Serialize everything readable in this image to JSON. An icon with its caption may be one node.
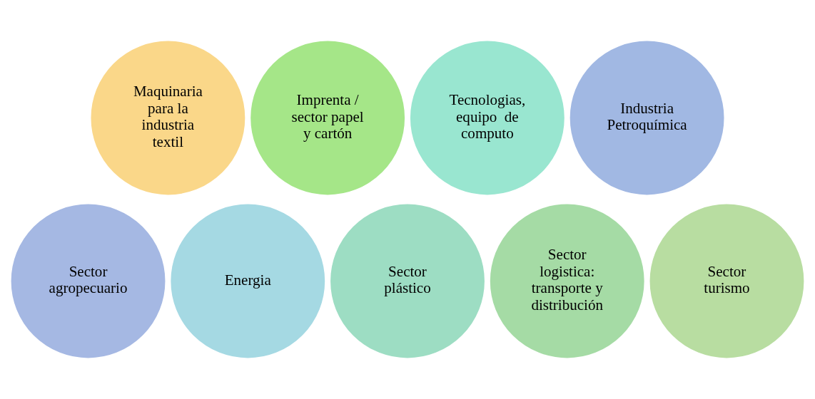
{
  "diagram": {
    "nodes": [
      {
        "text": [
          "Maquinaria para la industria textil"
        ]
      },
      {
        "text": [
          "Imprenta / sector papel y cartón"
        ]
      },
      {
        "text": [
          "Tecnologias, equipo  de computo"
        ]
      },
      {
        "text": [
          "Industria Petroquímica"
        ]
      },
      {
        "text": [
          "Sector agropecuario"
        ]
      },
      {
        "text": [
          "Energia"
        ]
      },
      {
        "text": [
          "Sector plástico"
        ]
      },
      {
        "text": [
          "Sector logistica: transporte y distribución"
        ]
      },
      {
        "text": [
          "Sector turismo"
        ]
      }
    ],
    "edges": []
  }
}
